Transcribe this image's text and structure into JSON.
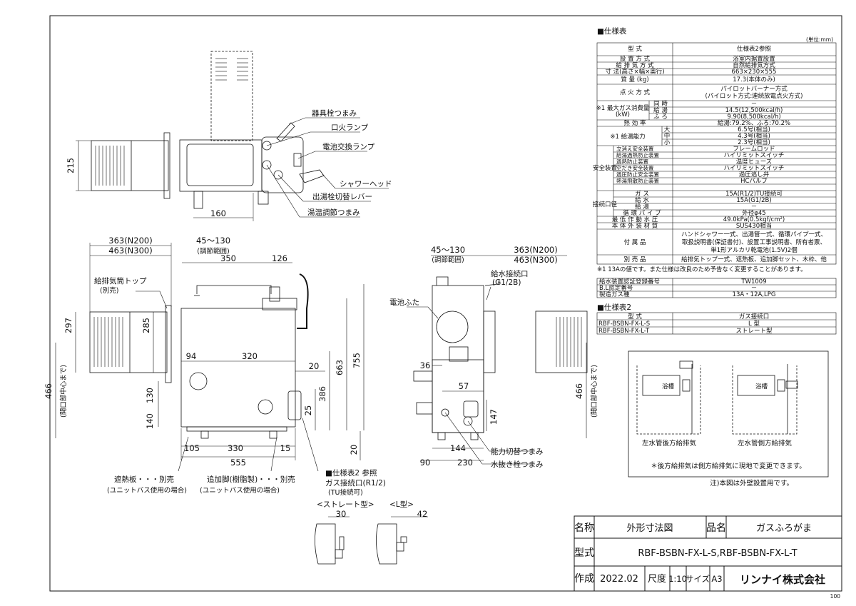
{
  "top_view": {
    "dim_215": "215",
    "dim_160": "160",
    "callouts": [
      "器具栓つまみ",
      "口火ランプ",
      "電池交換ランプ",
      "シャワーヘッド",
      "出湯栓切替レバー",
      "湯温調節つまみ"
    ]
  },
  "front_view": {
    "dim_363": "363(N200)",
    "dim_463": "463(N300)",
    "dim_45_130": "45～130",
    "adjust_range": "(調節範囲)",
    "dim_350": "350",
    "dim_126": "126",
    "chimney_top": "給排気筒トップ",
    "separate_sale": "(別売)",
    "dim_297": "297",
    "dim_285": "285",
    "dim_94": "94",
    "dim_320": "320",
    "dim_20a": "20",
    "dim_663": "663",
    "dim_755": "755",
    "dim_386": "386",
    "dim_25": "25",
    "dim_130": "130",
    "dim_140": "140",
    "dim_466": "466",
    "to_opening_center": "(開口部中心まで)",
    "dim_105": "105",
    "dim_330": "330",
    "dim_15": "15",
    "dim_555": "555",
    "dim_20b": "20",
    "heat_shield": "遮熱板・・・別売",
    "heat_shield_note": "(ユニットバス使用の場合)",
    "extra_leg": "追加脚(樹脂製)・・・別売",
    "extra_leg_note": "(ユニットバス使用の場合)",
    "spec_ref": "■仕様表2 参照",
    "gas_connection": "ガス接続口(R1/2)",
    "tu_connection": "(TU接続可)"
  },
  "side_view": {
    "dim_45_130": "45～130",
    "adjust_range": "(調節範囲)",
    "dim_363": "363(N200)",
    "dim_463": "463(N300)",
    "water_inlet": "給水接続口",
    "water_inlet_size": "(G1/2B)",
    "battery_cover": "電池ふた",
    "dim_36": "36",
    "dim_57": "57",
    "dim_147": "147",
    "dim_466": "466",
    "to_opening_center": "(開口部中心まで)",
    "dim_144": "144",
    "dim_90": "90",
    "dim_230": "230",
    "capacity_knob": "能力切替つまみ",
    "drain_knob": "水抜き栓つまみ"
  },
  "connector_types": {
    "straight": "<ストレート型>",
    "straight_dim": "30",
    "l_type": "<L型>",
    "l_dim": "42"
  },
  "spec_table": {
    "title": "■仕様表",
    "unit": "(単位:mm)",
    "header_left": "型      式",
    "header_right": "仕様表2参照",
    "rows": [
      [
        "設  置  方  式",
        "浴室内据置設置"
      ],
      [
        "給  排  気  方  式",
        "自然給排気方式"
      ],
      [
        "寸 法(高さ×幅×奥行)",
        "663×230×555"
      ],
      [
        "質   量 (kg)",
        "17.3(本体のみ)"
      ]
    ],
    "ignition_label": "点  火  方  式",
    "ignition_1": "パイロットバーナー方式",
    "ignition_2": "(パイロット方式:連続放電点火方式)",
    "gas_consumption_label": "※1 最大ガス消費量",
    "gas_consumption_unit": "(kW)",
    "gc_rows": [
      [
        "同 時",
        "－"
      ],
      [
        "給 湯",
        "14.5(12,500kcal/h)"
      ],
      [
        "ふ ろ",
        "9.90(8,500kcal/h)"
      ]
    ],
    "efficiency_label": "熱   効   率",
    "efficiency_value": "給湯:79.2%、ふろ:70.2%",
    "hot_water_label": "※1 給湯能力",
    "hw_rows": [
      [
        "大",
        "6.5号(相当)"
      ],
      [
        "中",
        "4.3号(相当)"
      ],
      [
        "小",
        "2.3号(相当)"
      ]
    ],
    "safety_label": "安全装置",
    "safety_rows": [
      [
        "立消え安全装置",
        "フレームロッド"
      ],
      [
        "給湯過熱防止装置",
        "ハイリミットスイッチ"
      ],
      [
        "過熱防止装置",
        "温度ヒューズ"
      ],
      [
        "空だき安全装置",
        "ハイリミットスイッチ"
      ],
      [
        "過圧防止安全装置",
        "過圧逃し弁"
      ],
      [
        "熱湯飛散防止装置",
        "HCバルブ"
      ]
    ],
    "connect_label": "接続口径",
    "connect_rows": [
      [
        "ガ   ス",
        "15A(R1/2)TU接続可"
      ],
      [
        "給   水",
        "15A(G1/2B)"
      ],
      [
        "給   湯",
        "－"
      ],
      [
        "循 環 パ イ プ",
        "外径φ45"
      ]
    ],
    "min_pressure_label": "最 低 作 動 水 圧",
    "min_pressure_value": "49.0kPa(0.5kgf/cm²)",
    "exterior_label": "本 体 外 装 材 質",
    "exterior_value": "SUS430相当",
    "accessories_label": "付    属    品",
    "accessories_lines": [
      "ハンドシャワー一式、出湯管一式、循環パイプ一式、",
      "取扱説明書(保証書付)、設置工事説明書、所有者票、",
      "単1形アルカリ乾電池(1.5V)2個"
    ],
    "sold_separately_label": "別     売     品",
    "sold_separately_value": "給排気トップ一式、遮熱板、追加脚セット、木枠、他",
    "footnote": "※1 13Aの値です。また仕様は改良のため予告なく変更することがあります。"
  },
  "cert_table": {
    "rows": [
      [
        "給水装置認証登録番号",
        "TW1009"
      ],
      [
        "B.L認定番号",
        "－"
      ],
      [
        "製造ガス種",
        "13A・12A,LPG"
      ]
    ]
  },
  "spec_table2": {
    "title": "■仕様表2",
    "header_left": "型    式",
    "header_right": "ガス接続口",
    "rows": [
      [
        "RBF-BSBN-FX-L-S",
        "L 型"
      ],
      [
        "RBF-BSBN-FX-L-T",
        "ストレート型"
      ]
    ]
  },
  "install_diagrams": {
    "bath_label": "浴槽",
    "left_caption": "左水管後方給排気",
    "right_caption": "左水管側方給排気",
    "note": "＊後方給排気は側方給排気に現地で変更できます。"
  },
  "install_note": "注)本図は外壁設置用です。",
  "title_block": {
    "name_label": "名称",
    "name_value": "外形寸法図",
    "product_label": "品名",
    "product_value": "ガスふろがま",
    "model_label": "型式",
    "model_value": "RBF-BSBN-FX-L-S,RBF-BSBN-FX-L-T",
    "made_label": "作成",
    "made_value": "2022.02",
    "scale_label": "尺度",
    "scale_value": "1:10",
    "size_label": "サイズ",
    "size_value": "A3",
    "company": "リンナイ株式会社"
  },
  "page_number": "100"
}
